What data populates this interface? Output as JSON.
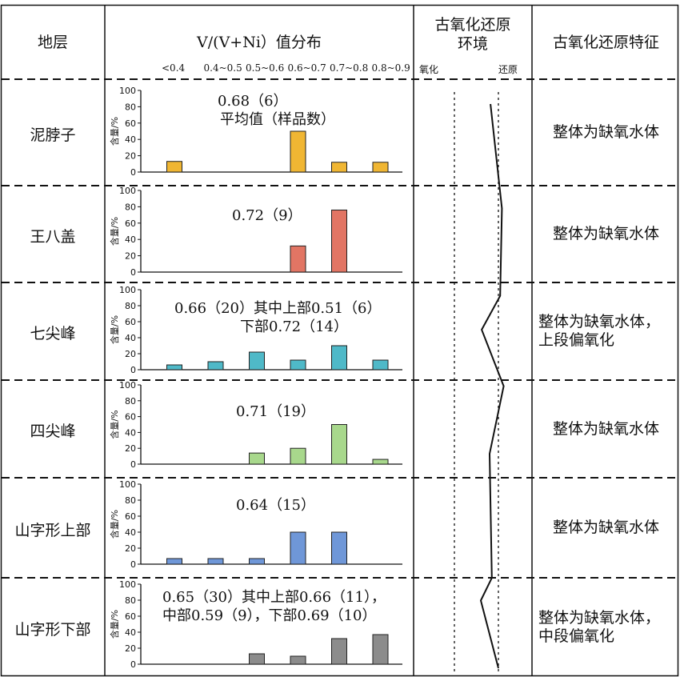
{
  "header": {
    "col_layer": "地层",
    "col_chart": "V/(V+Ni）值分布",
    "col_env_line1": "古氧化还原",
    "col_env_line2": "环境",
    "col_feature": "古氧化还原特征",
    "env_oxidize": "氧化",
    "env_reduce": "还原"
  },
  "chart_data": {
    "type": "bar",
    "categories": [
      "<0.4",
      "0.4~0.5",
      "0.5~0.6",
      "0.6~0.7",
      "0.7~0.8",
      "0.8~0.9"
    ],
    "ylabel": "含量/%",
    "ylim": [
      0,
      100
    ],
    "yticks": [
      "0",
      "20",
      "40",
      "60",
      "80",
      "100"
    ],
    "rows": [
      {
        "layer": "泥脖子",
        "color": "#f0b633",
        "values": [
          13,
          0,
          0,
          50,
          12,
          12
        ],
        "annotation": [
          "0.68（6）",
          "平均值（样品数）"
        ],
        "feature": [
          "整体为缺氧水体"
        ]
      },
      {
        "layer": "王八盖",
        "color": "#e27564",
        "values": [
          0,
          0,
          0,
          32,
          76,
          0
        ],
        "annotation": [
          "0.72（9）"
        ],
        "feature": [
          "整体为缺氧水体"
        ]
      },
      {
        "layer": "七尖峰",
        "color": "#4fb9c8",
        "values": [
          6,
          10,
          22,
          12,
          30,
          12
        ],
        "annotation": [
          "0.66（20）其中上部0.51（6）",
          "下部0.72（14）"
        ],
        "feature": [
          "整体为缺氧水体，",
          "上段偏氧化"
        ]
      },
      {
        "layer": "四尖峰",
        "color": "#a8d88c",
        "values": [
          0,
          0,
          14,
          20,
          50,
          6
        ],
        "annotation": [
          "0.71（19）"
        ],
        "feature": [
          "整体为缺氧水体"
        ]
      },
      {
        "layer": "山字形上部",
        "color": "#6f97d8",
        "values": [
          7,
          7,
          7,
          40,
          40,
          0
        ],
        "annotation": [
          "0.64（15）"
        ],
        "feature": [
          "整体为缺氧水体"
        ]
      },
      {
        "layer": "山字形下部",
        "color": "#8c8c8c",
        "values": [
          0,
          0,
          13,
          10,
          32,
          37
        ],
        "annotation": [
          "0.65（30）其中上部0.66（11），",
          "中部0.59（9），下部0.69（10）"
        ],
        "feature": [
          "整体为缺氧水体，",
          "中段偏氧化"
        ]
      }
    ],
    "redox_curve": [
      {
        "depth": 0.0,
        "redox": 0.82
      },
      {
        "depth": 0.185,
        "redox": 1.08
      },
      {
        "depth": 0.34,
        "redox": 1.04
      },
      {
        "depth": 0.4,
        "redox": 0.62
      },
      {
        "depth": 0.5,
        "redox": 1.12
      },
      {
        "depth": 0.62,
        "redox": 0.8
      },
      {
        "depth": 0.84,
        "redox": 0.85
      },
      {
        "depth": 0.88,
        "redox": 0.6
      },
      {
        "depth": 1.0,
        "redox": 1.0
      }
    ]
  }
}
